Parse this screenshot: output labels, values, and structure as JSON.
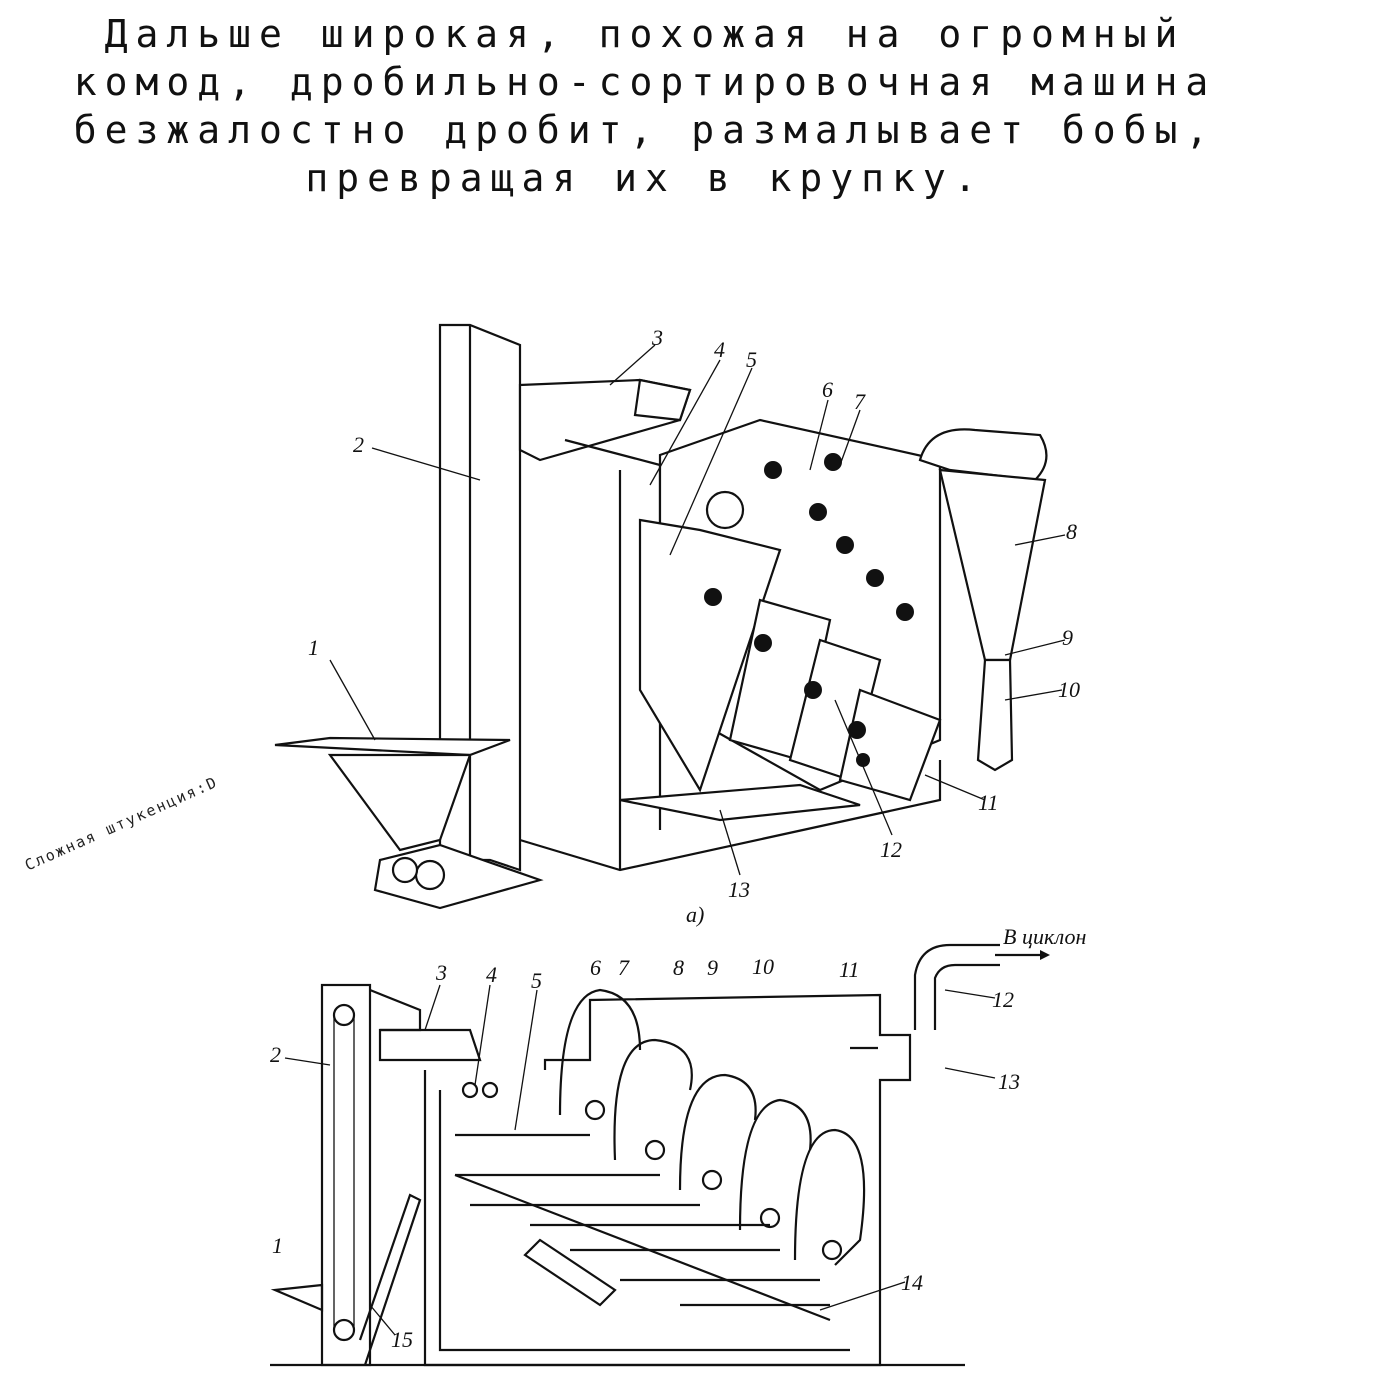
{
  "caption": {
    "lines": [
      "Дальше широкая, похожая на огромный",
      "комод, дробильно-сортировочная машина",
      "безжалостно дробит, размалывает бобы,",
      "превращая их в крупку."
    ]
  },
  "side_note": "Сложная штукенция:D",
  "figure_a": {
    "labels": [
      "1",
      "2",
      "3",
      "4",
      "5",
      "6",
      "7",
      "8",
      "9",
      "10",
      "11",
      "12",
      "13"
    ],
    "caption": "а)"
  },
  "figure_b": {
    "outlet_label": "В циклон",
    "labels": [
      "1",
      "2",
      "3",
      "4",
      "5",
      "6",
      "7",
      "8",
      "9",
      "10",
      "11",
      "12",
      "13",
      "14",
      "15"
    ]
  }
}
